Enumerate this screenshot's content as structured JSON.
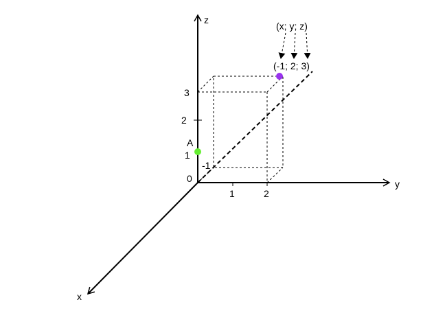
{
  "axes": {
    "x_label": "x",
    "y_label": "y",
    "z_label": "z",
    "origin_label": "0"
  },
  "ticks": {
    "y_1": "1",
    "y_2": "2",
    "z_1": "1",
    "z_2": "2",
    "z_3": "3",
    "x_neg1": "-1"
  },
  "point_a": {
    "label": "A",
    "color": "#66ee33"
  },
  "point_b": {
    "label": "(-1; 2; 3)",
    "color": "#9933ee"
  },
  "generic_coords": {
    "label": "(x; y; z)"
  }
}
